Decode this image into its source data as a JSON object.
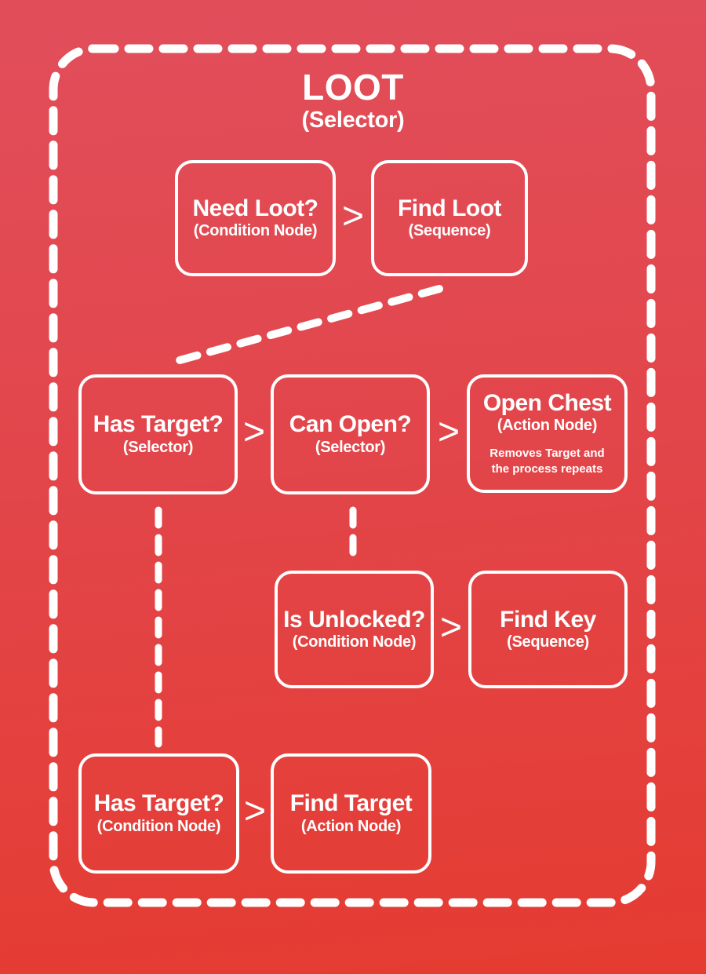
{
  "tree": {
    "title": "LOOT",
    "subtitle": "(Selector)"
  },
  "connector_symbol": ">",
  "nodes": {
    "need_loot": {
      "title": "Need Loot?",
      "subtitle": "(Condition Node)"
    },
    "find_loot": {
      "title": "Find Loot",
      "subtitle": "(Sequence)"
    },
    "has_target_selector": {
      "title": "Has Target?",
      "subtitle": "(Selector)"
    },
    "can_open": {
      "title": "Can Open?",
      "subtitle": "(Selector)"
    },
    "open_chest": {
      "title": "Open Chest",
      "subtitle": "(Action Node)",
      "note": "Removes Target and the process repeats"
    },
    "is_unlocked": {
      "title": "Is Unlocked?",
      "subtitle": "(Condition Node)"
    },
    "find_key": {
      "title": "Find Key",
      "subtitle": "(Sequence)"
    },
    "has_target_condition": {
      "title": "Has Target?",
      "subtitle": "(Condition Node)"
    },
    "find_target": {
      "title": "Find Target",
      "subtitle": "(Action Node)"
    }
  },
  "colors": {
    "background_top": "#e14e5b",
    "background_bottom": "#e53a30",
    "line": "#ffffff",
    "text": "#ffffff"
  }
}
